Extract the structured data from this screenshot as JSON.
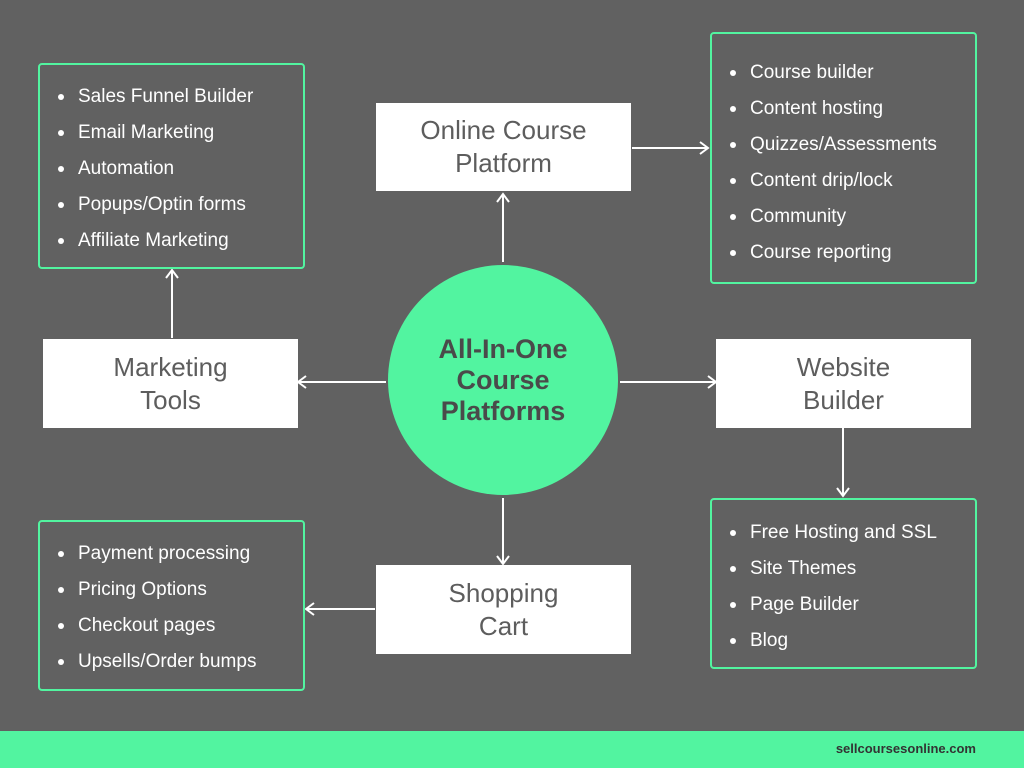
{
  "hub": {
    "title": "All-In-One Course Platforms"
  },
  "nodes": {
    "online_course_platform": {
      "line1": "Online Course",
      "line2": "Platform"
    },
    "marketing_tools": {
      "line1": "Marketing",
      "line2": "Tools"
    },
    "website_builder": {
      "line1": "Website",
      "line2": "Builder"
    },
    "shopping_cart": {
      "line1": "Shopping",
      "line2": "Cart"
    }
  },
  "lists": {
    "marketing": [
      "Sales Funnel Builder",
      "Email Marketing",
      "Automation",
      "Popups/Optin forms",
      "Affiliate Marketing"
    ],
    "course": [
      "Course builder",
      "Content hosting",
      "Quizzes/Assessments",
      "Content drip/lock",
      "Community",
      "Course reporting"
    ],
    "website": [
      "Free Hosting and SSL",
      "Site Themes",
      "Page Builder",
      "Blog"
    ],
    "cart": [
      "Payment processing",
      "Pricing Options",
      "Checkout pages",
      "Upsells/Order bumps"
    ]
  },
  "footer": {
    "site": "sellcoursesonline.com"
  },
  "colors": {
    "background": "#616161",
    "accent": "#52f4a0",
    "box": "#ffffff",
    "node_text": "#5d5d5d"
  }
}
